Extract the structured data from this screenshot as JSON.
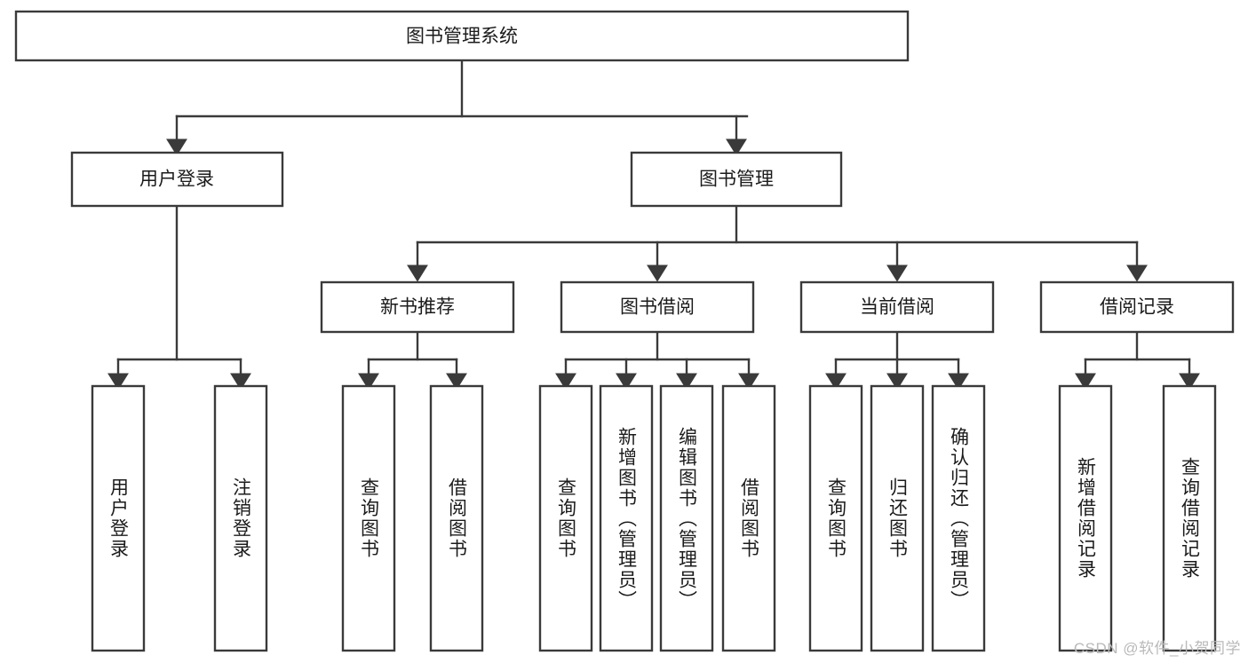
{
  "diagram": {
    "type": "hierarchy-tree",
    "orientation": "top-down",
    "colors": {
      "background": "#ffffff",
      "box_fill": "#ffffff",
      "box_stroke": "#3a3a3a",
      "connector": "#3a3a3a",
      "text": "#1b1b1b",
      "watermark": "#b9b9b9"
    },
    "root": {
      "label": "图书管理系统"
    },
    "level1": [
      {
        "label": "用户登录"
      },
      {
        "label": "图书管理"
      }
    ],
    "level2": [
      {
        "label": "新书推荐"
      },
      {
        "label": "图书借阅"
      },
      {
        "label": "当前借阅"
      },
      {
        "label": "借阅记录"
      }
    ],
    "leaves": {
      "user_login": [
        {
          "label": "用户登录"
        },
        {
          "label": "注销登录"
        }
      ],
      "new_book_recommend": [
        {
          "label": "查询图书"
        },
        {
          "label": "借阅图书"
        }
      ],
      "book_borrow": [
        {
          "label": "查询图书"
        },
        {
          "label": "新增图书（管理员）"
        },
        {
          "label": "编辑图书（管理员）"
        },
        {
          "label": "借阅图书"
        }
      ],
      "current_borrow": [
        {
          "label": "查询图书"
        },
        {
          "label": "归还图书"
        },
        {
          "label": "确认归还（管理员）"
        }
      ],
      "borrow_record": [
        {
          "label": "新增借阅记录"
        },
        {
          "label": "查询借阅记录"
        }
      ]
    },
    "watermark": "CSDN @软件_小贺同学"
  }
}
